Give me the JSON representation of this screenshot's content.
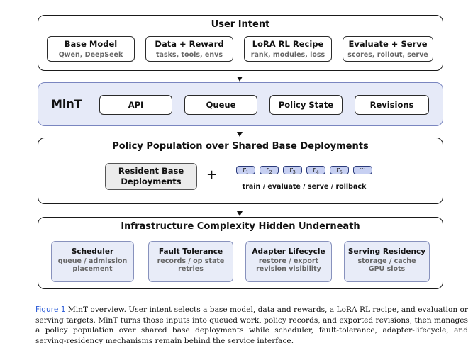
{
  "user_intent": {
    "title": "User Intent",
    "items": [
      {
        "label": "Base Model",
        "sub": "Qwen, DeepSeek"
      },
      {
        "label": "Data + Reward",
        "sub": "tasks, tools, envs"
      },
      {
        "label": "LoRA RL Recipe",
        "sub": "rank, modules, loss"
      },
      {
        "label": "Evaluate + Serve",
        "sub": "scores, rollout, serve"
      }
    ]
  },
  "mint": {
    "title": "MinT",
    "items": [
      "API",
      "Queue",
      "Policy State",
      "Revisions"
    ]
  },
  "policy_population": {
    "title": "Policy Population over Shared Base Deployments",
    "resident_line1": "Resident Base",
    "resident_line2": "Deployments",
    "plus": "+",
    "revisions": [
      {
        "sym": "r",
        "idx": "1"
      },
      {
        "sym": "r",
        "idx": "2"
      },
      {
        "sym": "r",
        "idx": "3"
      },
      {
        "sym": "r",
        "idx": "4"
      },
      {
        "sym": "r",
        "idx": "5"
      },
      {
        "sym": "···",
        "idx": ""
      }
    ],
    "actions": "train / evaluate / serve / rollback"
  },
  "infrastructure": {
    "title": "Infrastructure Complexity Hidden Underneath",
    "items": [
      {
        "label": "Scheduler",
        "line1": "queue / admission",
        "line2": "placement"
      },
      {
        "label": "Fault Tolerance",
        "line1": "records / op state",
        "line2": "retries"
      },
      {
        "label": "Adapter Lifecycle",
        "line1": "restore / export",
        "line2": "revision visibility"
      },
      {
        "label": "Serving Residency",
        "line1": "storage / cache",
        "line2": "GPU slots"
      }
    ]
  },
  "caption": {
    "figure_label": "Figure 1",
    "text": "MinT overview. User intent selects a base model, data and rewards, a LoRA RL recipe, and evaluation or serving targets. MinT turns those inputs into queued work, policy records, and exported revisions, then manages a policy population over shared base deployments while scheduler, fault-tolerance, adapter-lifecycle, and serving-residency mechanisms remain behind the service interface."
  },
  "colors": {
    "mint_fill": "#e6eaf8",
    "mint_border": "#7a86c0",
    "pill_fill": "#c7d0f2",
    "infra_fill": "#e8ecf8",
    "caption_label": "#2a5bd7"
  }
}
